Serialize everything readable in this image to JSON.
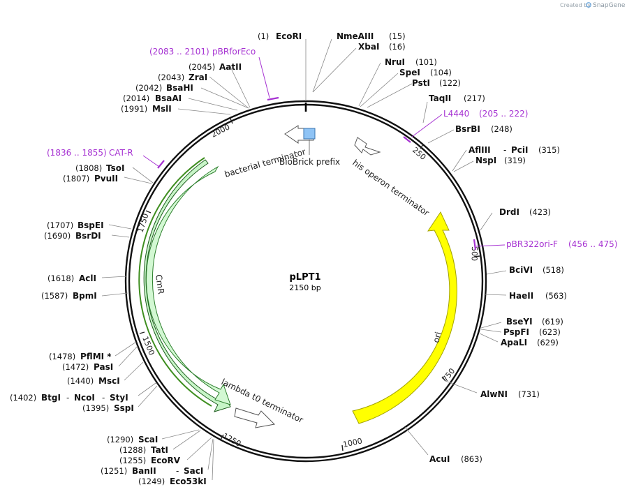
{
  "credit": {
    "prefix": "Created by",
    "brand": "SnapGene"
  },
  "plasmid": {
    "name": "pLPT1",
    "length_label": "2150 bp",
    "length": 2150
  },
  "ticks": [
    "250",
    "500",
    "750",
    "1000",
    "1250",
    "1500",
    "1750",
    "2000"
  ],
  "features": {
    "bacterial_terminator": "bacterial terminator",
    "biobrick_prefix": "BioBrick prefix",
    "his_operon_terminator": "his operon terminator",
    "lambda_terminator": "lambda t0 terminator",
    "cmr": "CmR",
    "ori": "ori"
  },
  "sites_right": [
    {
      "name": "NmeAIII",
      "pos": "(15)"
    },
    {
      "name": "XbaI",
      "pos": "(16)"
    },
    {
      "name": "NruI",
      "pos": "(101)"
    },
    {
      "name": "SpeI",
      "pos": "(104)"
    },
    {
      "name": "PstI",
      "pos": "(122)"
    },
    {
      "name": "TaqII",
      "pos": "(217)"
    },
    {
      "name": "BsrBI",
      "pos": "(248)"
    },
    {
      "name": "AflIII",
      "pos": "(315)",
      "extra": "PciI"
    },
    {
      "name": "NspI",
      "pos": "(319)"
    },
    {
      "name": "DrdI",
      "pos": "(423)"
    },
    {
      "name": "BciVI",
      "pos": "(518)"
    },
    {
      "name": "HaeII",
      "pos": "(563)"
    },
    {
      "name": "BseYI",
      "pos": "(619)"
    },
    {
      "name": "PspFI",
      "pos": "(623)"
    },
    {
      "name": "ApaLI",
      "pos": "(629)"
    },
    {
      "name": "AlwNI",
      "pos": "(731)"
    },
    {
      "name": "AcuI",
      "pos": "(863)"
    }
  ],
  "sites_left": [
    {
      "name": "EcoRI",
      "pos": "(1)"
    },
    {
      "name": "AatII",
      "pos": "(2045)"
    },
    {
      "name": "ZraI",
      "pos": "(2043)"
    },
    {
      "name": "BsaHI",
      "pos": "(2042)"
    },
    {
      "name": "BsaAI",
      "pos": "(2014)"
    },
    {
      "name": "MslI",
      "pos": "(1991)"
    },
    {
      "name": "TsoI",
      "pos": "(1808)"
    },
    {
      "name": "PvuII",
      "pos": "(1807)"
    },
    {
      "name": "BspEI",
      "pos": "(1707)"
    },
    {
      "name": "BsrDI",
      "pos": "(1690)"
    },
    {
      "name": "AclI",
      "pos": "(1618)"
    },
    {
      "name": "BpmI",
      "pos": "(1587)"
    },
    {
      "name": "PflMI *",
      "pos": "(1478)"
    },
    {
      "name": "PasI",
      "pos": "(1472)"
    },
    {
      "name": "MscI",
      "pos": "(1440)"
    },
    {
      "name": "BtgI",
      "pos": "(1402)",
      "extra1": "NcoI",
      "extra2": "StyI"
    },
    {
      "name": "SspI",
      "pos": "(1395)"
    },
    {
      "name": "ScaI",
      "pos": "(1290)"
    },
    {
      "name": "TatI",
      "pos": "(1288)"
    },
    {
      "name": "EcoRV",
      "pos": "(1255)"
    },
    {
      "name": "BanII",
      "pos": "(1251)",
      "extra": "SacI"
    },
    {
      "name": "Eco53kI",
      "pos": "(1249)"
    }
  ],
  "primers": [
    {
      "name": "pBRforEco",
      "range": "(2083 .. 2101)"
    },
    {
      "name": "L4440",
      "range": "(205 .. 222)"
    },
    {
      "name": "CAT-R",
      "range": "(1836 .. 1855)"
    },
    {
      "name": "pBR322ori-F",
      "range": "(456 .. 475)"
    }
  ],
  "colors": {
    "cmr": "#c8f5c8",
    "ori": "#ffff00",
    "primer": "#a632d2",
    "prefix": "#8ec3f5",
    "backbone": "#111111"
  }
}
